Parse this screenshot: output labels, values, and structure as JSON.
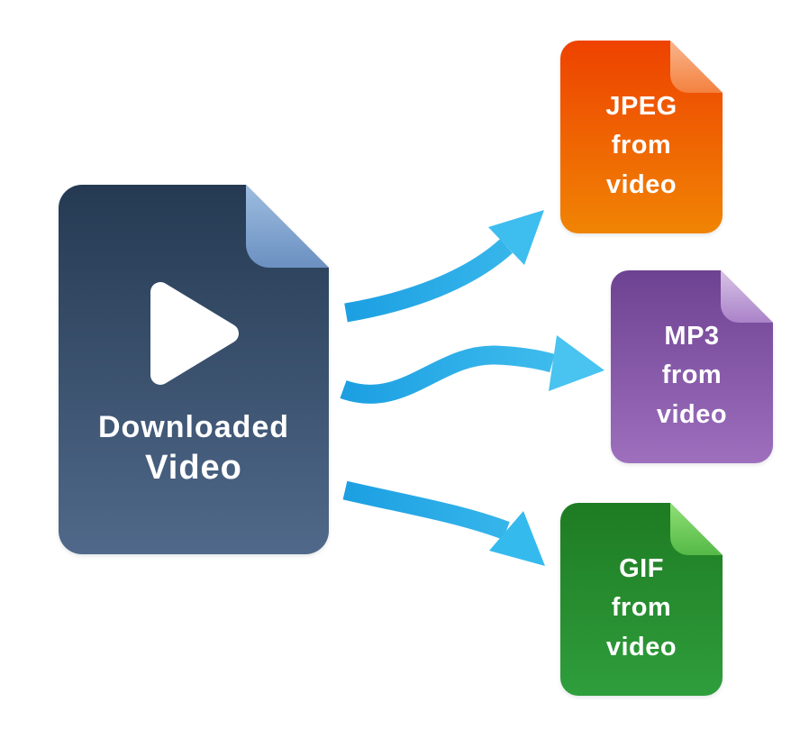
{
  "diagram": {
    "description": "Downloaded video converted to JPEG, MP3 and GIF files",
    "source_doc": {
      "line1": "Downloaded",
      "line2": "Video",
      "body_color_top": "#253a52",
      "body_color_bottom": "#50698a",
      "fold_color_top": "#9dbde0",
      "fold_color_bottom": "#6b90c1",
      "play_icon_color": "#ffffff"
    },
    "output_docs": [
      {
        "format": "JPEG",
        "line1": "JPEG",
        "line2": "from",
        "line3": "video",
        "body_color_top": "#ee4200",
        "body_color_bottom": "#f08404",
        "fold_color_top": "#f9b58d",
        "fold_color_bottom": "#f4813f"
      },
      {
        "format": "MP3",
        "line1": "MP3",
        "line2": "from",
        "line3": "video",
        "body_color_top": "#6e4292",
        "body_color_bottom": "#9d6fbd",
        "fold_color_top": "#d7c3e6",
        "fold_color_bottom": "#aa82c9"
      },
      {
        "format": "GIF",
        "line1": "GIF",
        "line2": "from",
        "line3": "video",
        "body_color_top": "#1e7b22",
        "body_color_bottom": "#2f9e3c",
        "fold_color_top": "#8edf74",
        "fold_color_bottom": "#54b947"
      }
    ],
    "arrow_color_left": "#1b9fe2",
    "arrow_color_right": "#45c1ef",
    "background_color": "#ffffff",
    "text_color": "#ffffff"
  }
}
